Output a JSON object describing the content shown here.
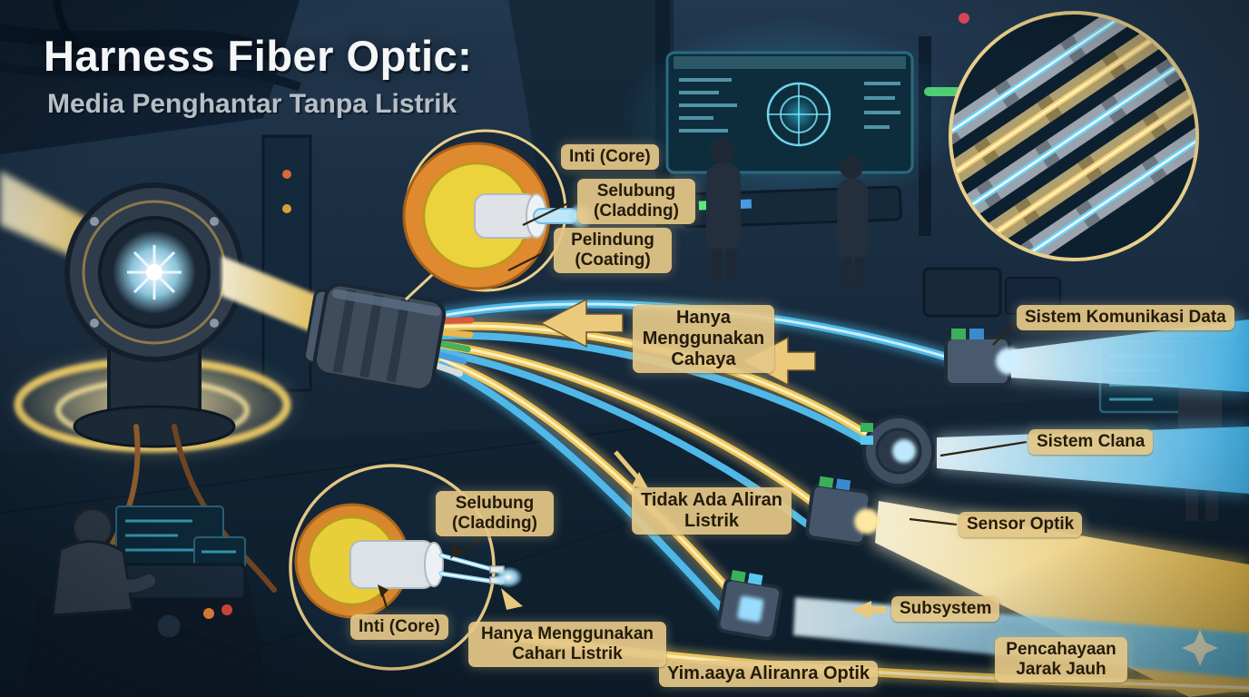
{
  "header": {
    "title": "Harness Fiber Optic:",
    "subtitle": "Media Penghantar Tanpa Listrik"
  },
  "top_cross_section": {
    "core_label": "Inti (Core)",
    "cladding_label": "Selubung (Cladding)",
    "coating_label": "Pelindung (Coating)"
  },
  "bottom_cross_section": {
    "cladding_label": "Selubung (Cladding)",
    "core_label": "Inti (Core)",
    "caption": "Hanya Menggunakan Caharı Listrik"
  },
  "callouts": {
    "light_only": "Hanya Menggunakan Cahaya",
    "no_current": "Tidak Ada Aliran Listrik",
    "data_comm": "Sistem Komunikasi Data",
    "sistem_clana": "Sistem Clana",
    "sensor_optik": "Sensor Optik",
    "subsystem": "Subsystem",
    "long_range": "Pencahayaan Jarak Jauh",
    "bottom_caption": "Yim.aaya Aliranra Optik"
  },
  "icons": {
    "arrow_left": "left-arrow",
    "arrow_right": "right-arrow",
    "sparkle": "four-point-star"
  },
  "colors": {
    "background": "#14283a",
    "accent_yellow": "#f2cf6e",
    "accent_blue": "#58c8f0",
    "label_bg": "#e4c787",
    "label_text": "#241b0b",
    "title_color": "#f4f6f8",
    "subtitle_color": "#b6bfc6",
    "coating_orange": "#e08a30",
    "cladding_yellow": "#ecd23c"
  }
}
